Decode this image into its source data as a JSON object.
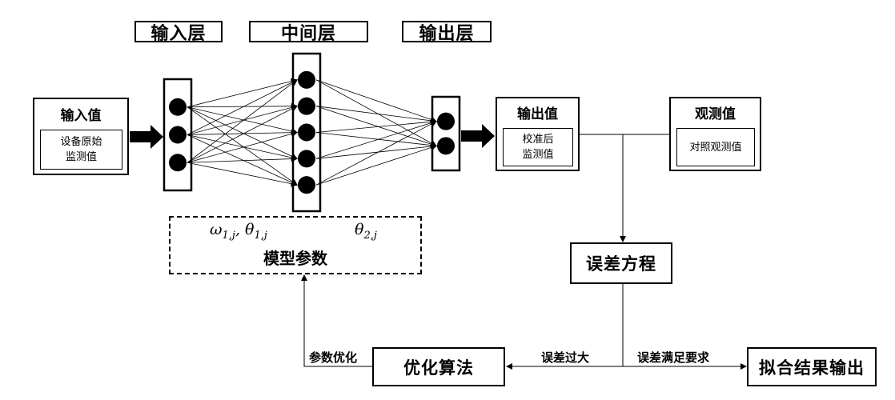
{
  "layers": {
    "input": "输入层",
    "hidden": "中间层",
    "output": "输出层"
  },
  "input_box": {
    "title": "输入值",
    "line1": "设备原始",
    "line2": "监测值"
  },
  "output_box": {
    "title": "输出值",
    "line1": "校准后",
    "line2": "监测值"
  },
  "observed_box": {
    "title": "观测值",
    "line1": "对照观测值"
  },
  "params": {
    "label": "模型参数",
    "symbols_left": "ω1,j, θ1,j",
    "symbols_right": "θ2,j"
  },
  "error_equation": "误差方程",
  "optimizer": "优化算法",
  "fit_output": "拟合结果输出",
  "edges": {
    "param_opt": "参数优化",
    "error_large": "误差过大",
    "error_ok": "误差满足要求"
  },
  "network": {
    "input_nodes": 3,
    "hidden_nodes": 5,
    "output_nodes": 2
  }
}
